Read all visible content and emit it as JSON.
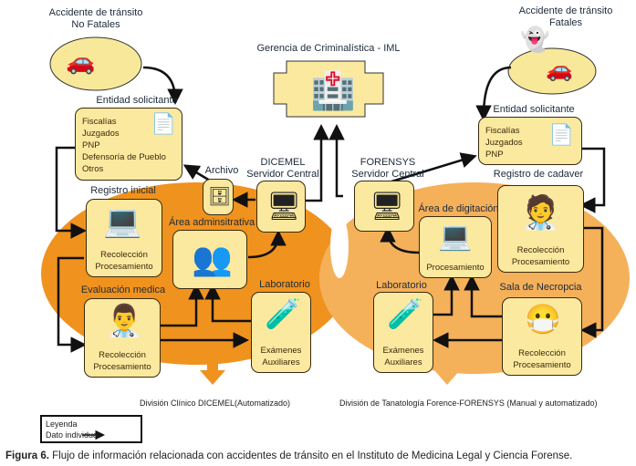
{
  "figure": {
    "caption_bold": "Figura 6.",
    "caption_text": " Flujo de información relacionada con accidentes de tránsito en el Instituto de Medicina Legal y Ciencia Forense."
  },
  "top": {
    "left_accident_line1": "Accidente de tránsito",
    "left_accident_line2": "No Fatales",
    "right_accident_line1": "Accidente de tránsito",
    "right_accident_line2": "Fatales",
    "center_title": "Gerencia de Criminalística - IML"
  },
  "left": {
    "entity_title": "Entidad solicitante",
    "entity_items": [
      "Fiscalías",
      "Juzgados",
      "PNP",
      "Defensoría de Pueblo",
      "Otros"
    ],
    "archivo": "Archivo",
    "server_line1": "DICEMEL",
    "server_line2": "Servidor Central",
    "registro_title": "Registro inicial",
    "registro_l1": "Recolección",
    "registro_l2": "Procesamiento",
    "admin_title": "Área adminsitrativa",
    "eval_title": "Evaluación medica",
    "eval_l1": "Recolección",
    "eval_l2": "Procesamiento",
    "lab_title": "Laboratorio",
    "lab_l1": "Exámenes",
    "lab_l2": "Auxiliares",
    "division": "División Clínico DICEMEL(Automatizado)"
  },
  "right": {
    "entity_title": "Entidad solicitante",
    "entity_items": [
      "Fiscalías",
      "Juzgados",
      "PNP"
    ],
    "server_line1": "FORENSYS",
    "server_line2": "Servidor Central",
    "registro_title": "Registro de cadaver",
    "registro_l1": "Recolección",
    "registro_l2": "Procesamiento",
    "digit_title": "Área de digitación",
    "digit_l1": "Procesamiento",
    "lab_title": "Laboratorio",
    "lab_l1": "Exámenes",
    "lab_l2": "Auxiliares",
    "necro_title": "Sala de Necropcia",
    "necro_l1": "Recolección",
    "necro_l2": "Procesamiento",
    "division": "División de Tanatología Forence-FORENSYS (Manual y automatizado)"
  },
  "legend": {
    "title": "Leyenda",
    "item": "Dato individual"
  },
  "colors": {
    "left_ellipse": "#f0921e",
    "right_ellipse": "#f5b05a",
    "box_fill": "#fbe9a0",
    "arrow": "#111111"
  }
}
